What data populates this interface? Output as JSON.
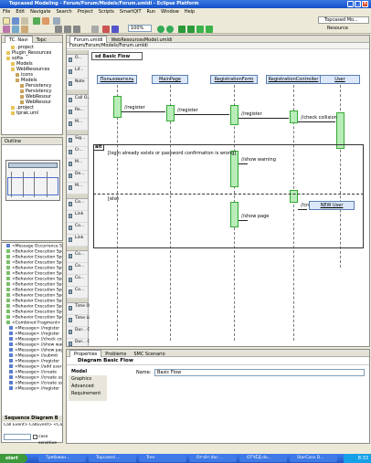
{
  "window": {
    "title": "Topcased Modeling - Forum/Forum/Models/Forum.umldi - Eclipse Platform"
  },
  "menu": [
    "File",
    "Edit",
    "Navigate",
    "Search",
    "Project",
    "Scripts",
    "SmartQIT",
    "Run",
    "Window",
    "Help"
  ],
  "toolbar": {
    "zoom": "100%",
    "perspective_label": "Topcased Mo...",
    "resource_label": "Resource"
  },
  "nav_panel": {
    "tabs": [
      "TC. Navi",
      "Topc"
    ],
    "tree": [
      {
        "label": ".project",
        "indent": 2
      },
      {
        "label": "Plugin_Resources",
        "indent": 1
      },
      {
        "label": "sofia",
        "indent": 1
      },
      {
        "label": "Models",
        "indent": 2
      },
      {
        "label": "WebResources",
        "indent": 2
      },
      {
        "label": "icons",
        "indent": 3
      },
      {
        "label": "Models",
        "indent": 3
      },
      {
        "label": "Persistency",
        "indent": 4
      },
      {
        "label": "Persistency",
        "indent": 4
      },
      {
        "label": "WebResour",
        "indent": 4
      },
      {
        "label": "WebResour",
        "indent": 4
      },
      {
        "label": ".project",
        "indent": 2
      },
      {
        "label": "tprak.uml",
        "indent": 2
      }
    ]
  },
  "outline": {
    "title": "Outline"
  },
  "model_tree": {
    "items": [
      "<Message Occurrence S",
      "<Behavior Execution Spe",
      "<Behavior Execution Spe",
      "<Behavior Execution Spe",
      "<Behavior Execution Spe",
      "<Behavior Execution Spe",
      "<Behavior Execution Spe",
      "<Behavior Execution Spe",
      "<Behavior Execution Spe",
      "<Behavior Execution Spe",
      "<Behavior Execution Spe",
      "<Behavior Execution Spe",
      "<Behavior Execution Spe",
      "<Behavior Execution Spe",
      "<Combined Fragment> <",
      "<Message> //register",
      "<Message> //register",
      "<Message> //check collis",
      "<Message> //show warni",
      "<Message> //show page",
      "<Message> //submit",
      "<Message> //register",
      "<Message> //add user",
      "<Message> //create",
      "<Message> //create user",
      "<Message> //create user",
      "<Message> //register"
    ],
    "tab_label": "Sequence Diagram B",
    "status": "Call Event> CallEvent> <Call",
    "search_placeholder": "",
    "case_label": "case sensitive"
  },
  "editor": {
    "tabs": [
      "Forum.umldi",
      "WebResourcesModel.umldi"
    ],
    "breadcrumb": "Forum/Forum/Models/Forum.umldi",
    "diagram_title": "Basic Flow",
    "lifelines": [
      "Пользователь",
      "MainPage",
      "RegistrationForm",
      "RegistrationController",
      "User"
    ],
    "messages": [
      "//register",
      "//register",
      "//register",
      "//check collision",
      "//show warning",
      "//create",
      "//show page"
    ],
    "fragment": {
      "operator": "alt",
      "guard1": "[login already exists or password confirmation is wrong]",
      "guard2": "[else"
    },
    "new_object": "NEW User"
  },
  "palette": {
    "groups": [
      {
        "items": [
          "O...",
          "Lif...",
          "Note"
        ]
      },
      {
        "items": [
          "Call O...",
          "Re...",
          "M..."
        ]
      },
      {
        "items": [
          "Sig...",
          "Cr...",
          "M...",
          "De...",
          "M..."
        ]
      },
      {
        "items": [
          "Co...",
          "Link",
          "Co...",
          "Link"
        ]
      },
      {
        "items": [
          "Co...",
          "Co...",
          "Co...",
          "Co..."
        ]
      },
      {
        "items": [
          "Time Ob...",
          "Time Link",
          "Dur... Co...",
          "Dur... Co..."
        ]
      }
    ]
  },
  "properties": {
    "tabs": [
      "Properties",
      "Problems",
      "SMC Scenario"
    ],
    "title": "Diagram Basic Flow",
    "sections": [
      "Model",
      "Graphics",
      "Advanced",
      "Requirement"
    ],
    "name_label": "Name:",
    "name_value": "Basic Flow"
  },
  "taskbar": {
    "start": "start",
    "tasks": [
      "Требован...",
      "Topcased ...",
      "Tren",
      "Отчёт.doc ...",
      "ОТЧЁД.do...",
      "StarCons D..."
    ],
    "clock": "8:33"
  },
  "colors": {
    "titlebar": "#1450c8",
    "lifeline_fill": "#dbe8fb",
    "activation": "#b8ecb8",
    "taskbar": "#2455c4"
  }
}
